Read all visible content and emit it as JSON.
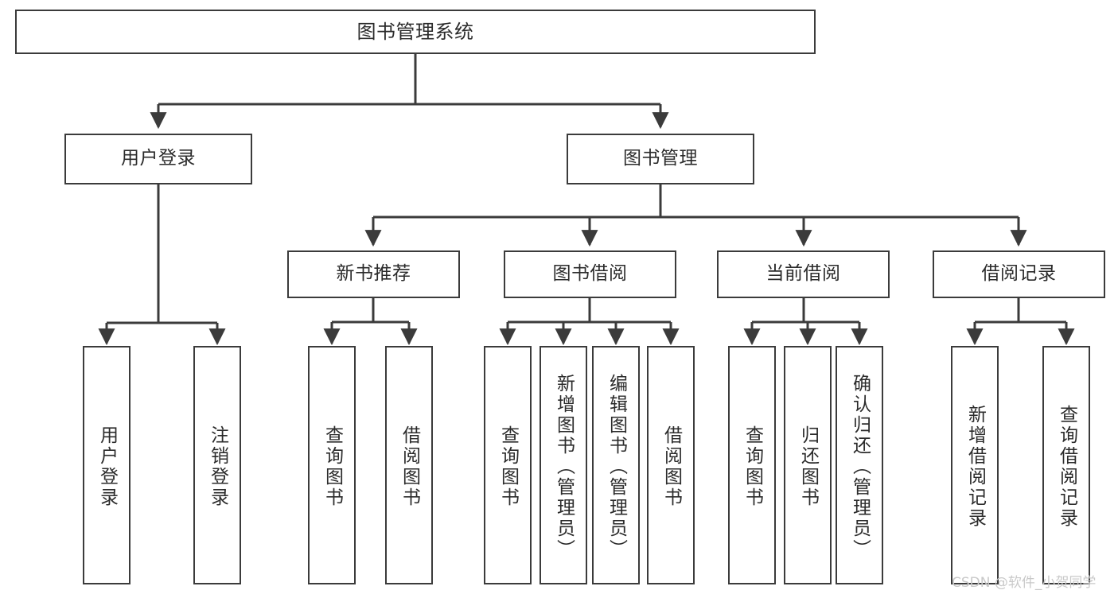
{
  "diagram": {
    "title": "图书管理系统",
    "type": "tree-hierarchy",
    "style": {
      "box_border_color": "#3b3b3b",
      "box_fill_color": "#ffffff",
      "edge_color": "#3b3b3b",
      "text_color": "#2b2b2b",
      "background_color": "#ffffff"
    }
  },
  "nodes": {
    "root": {
      "label": "图书管理系统",
      "level": 1
    },
    "level2": [
      {
        "id": "user-login",
        "label": "用户登录"
      },
      {
        "id": "book-management",
        "label": "图书管理"
      }
    ],
    "level3": [
      {
        "id": "new-book-recommend",
        "label": "新书推荐",
        "parent": "book-management"
      },
      {
        "id": "book-borrow",
        "label": "图书借阅",
        "parent": "book-management"
      },
      {
        "id": "current-borrow",
        "label": "当前借阅",
        "parent": "book-management"
      },
      {
        "id": "borrow-record",
        "label": "借阅记录",
        "parent": "book-management"
      }
    ],
    "leaves": {
      "user-login": [
        {
          "id": "leaf-user-login",
          "label": "用户登录"
        },
        {
          "id": "leaf-logout",
          "label": "注销登录"
        }
      ],
      "new-book-recommend": [
        {
          "id": "leaf-query-book-1",
          "label": "查询图书"
        },
        {
          "id": "leaf-borrow-book-1",
          "label": "借阅图书"
        }
      ],
      "book-borrow": [
        {
          "id": "leaf-query-book-2",
          "label": "查询图书"
        },
        {
          "id": "leaf-add-book",
          "label": "新增图书（管理员）"
        },
        {
          "id": "leaf-edit-book",
          "label": "编辑图书（管理员）"
        },
        {
          "id": "leaf-borrow-book-2",
          "label": "借阅图书"
        }
      ],
      "current-borrow": [
        {
          "id": "leaf-query-book-3",
          "label": "查询图书"
        },
        {
          "id": "leaf-return-book",
          "label": "归还图书"
        },
        {
          "id": "leaf-confirm-return",
          "label": "确认归还（管理员）"
        }
      ],
      "borrow-record": [
        {
          "id": "leaf-add-record",
          "label": "新增借阅记录"
        },
        {
          "id": "leaf-query-record",
          "label": "查询借阅记录"
        }
      ]
    }
  },
  "watermark": {
    "text": "CSDN @软件_小贺同学"
  }
}
